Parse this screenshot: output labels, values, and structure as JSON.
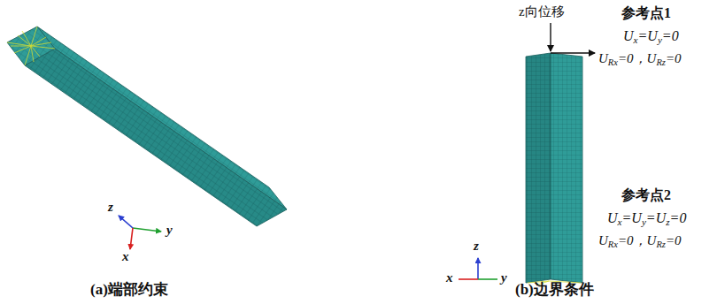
{
  "diagram": {
    "labels": [
      "z向位移",
      "参考点1",
      "Ux=Uy=0",
      "URx=0，URz=0",
      "参考点2",
      "Ux=Uy=Uz=0",
      "URx=0，URz=0",
      "z",
      "y",
      "x",
      "z",
      "x",
      "y",
      "(a)端部约束",
      "(b)边界条件"
    ]
  }
}
